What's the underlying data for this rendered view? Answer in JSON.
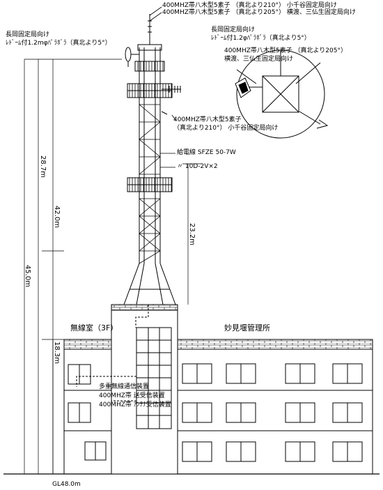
{
  "labels": {
    "top_antenna_1": "400MHZ帯八木型5素子 （真北より210°） 小千谷固定局向け",
    "top_antenna_2": "400MHZ帯八木型5素子 （真北より205°） 横渡、三仏生固定局向け",
    "nagaoka_left_1": "長岡固定局向け",
    "nagaoka_left_2": "ﾚﾄﾞｰﾑ付1.2mφﾊﾟﾗﾎﾞﾗ（真北より5°）",
    "nagaoka_right_1": "長岡固定局向け",
    "nagaoka_right_2": "ﾚﾄﾞｰﾑ付1.2φﾊﾟﾗﾎﾞﾗ（真北より5°）",
    "yokowatari_1": "400MHZ帯八木型5素子 （真北より205°）",
    "yokowatari_2": "横渡、三仏生固定局向け",
    "ojiya_1": "400MHZ帯八木型5素子",
    "ojiya_2": "（真北より210°） 小千谷固定局向け",
    "feeder_1": "給電線 SFZE 50-7W",
    "feeder_2": "〃 10D-2V×2",
    "radio_room": "無線室（3F）",
    "building_name": "妙見堰管理所",
    "equip_1": "多重無線通信装置",
    "equip_2": "400MHZ帯 送受信装置",
    "equip_3": "400MHZ帯 ｱﾝﾃﾅ受信装置",
    "ground": "GL48.0m"
  },
  "dimensions": {
    "total": "45.0m",
    "d287": "28.7m",
    "d420": "42.0m",
    "d232": "23.2m",
    "d183": "18.3m"
  }
}
